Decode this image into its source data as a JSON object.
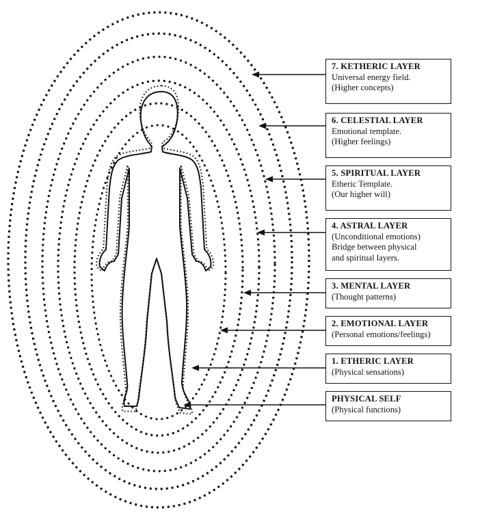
{
  "layers": [
    {
      "title": "7.  KETHERIC LAYER",
      "lines": [
        "Universal energy field.",
        "(Higher concepts)"
      ]
    },
    {
      "title": "6.  CELESTIAL LAYER",
      "lines": [
        "Emotional template.",
        "(Higher feelings)"
      ]
    },
    {
      "title": "5.  SPIRITUAL LAYER",
      "lines": [
        "Etheric Template.",
        "(Our higher will)"
      ]
    },
    {
      "title": "4.  ASTRAL LAYER",
      "lines": [
        "(Unconditional emotions)",
        "Bridge between physical",
        "and spiritual layers."
      ]
    },
    {
      "title": "3.  MENTAL LAYER",
      "lines": [
        "(Thought patterns)"
      ]
    },
    {
      "title": "2.  EMOTIONAL LAYER",
      "lines": [
        "(Personal emotions/feelings)"
      ]
    },
    {
      "title": "1.  ETHERIC LAYER",
      "lines": [
        "(Physical sensations)"
      ]
    },
    {
      "title": "PHYSICAL SELF",
      "lines": [
        "(Physical functions)"
      ]
    }
  ],
  "colors": {
    "ink": "#111111",
    "background": "#ffffff"
  }
}
